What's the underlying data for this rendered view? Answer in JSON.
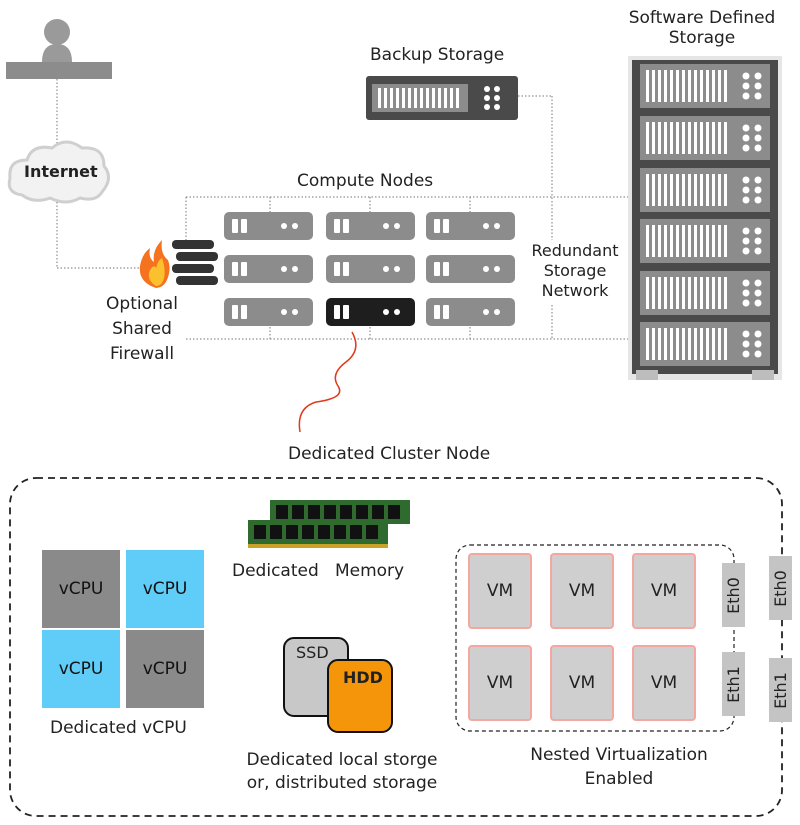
{
  "labels": {
    "software_defined_storage": [
      "Software Defined",
      "Storage"
    ],
    "backup_storage": "Backup Storage",
    "compute_nodes": "Compute Nodes",
    "internet": "Internet",
    "redundant_network": [
      "Redundant",
      "Storage",
      "Network"
    ],
    "firewall": [
      "Optional",
      "Shared",
      "Firewall"
    ],
    "dedicated_cluster_node": "Dedicated Cluster Node",
    "dedicated_memory": "Dedicated   Memory",
    "dedicated_vcpu": "Dedicated vCPU",
    "dedicated_storage": [
      "Dedicated local storge",
      "or, distributed storage"
    ],
    "nested_virtualization": [
      "Nested Virtualization",
      "Enabled"
    ]
  },
  "vcpus": [
    "vCPU",
    "vCPU",
    "vCPU",
    "vCPU"
  ],
  "disks": {
    "ssd": "SSD",
    "hdd": "HDD"
  },
  "vms": [
    "VM",
    "VM",
    "VM",
    "VM",
    "VM",
    "VM"
  ],
  "nics": {
    "inner": [
      "Eth0",
      "Eth1"
    ],
    "outer": [
      "Eth0",
      "Eth1"
    ]
  },
  "colors": {
    "vcpu_blue": "#5fcdf7",
    "vcpu_gray": "#8a8a8a",
    "hdd": "#f5960a",
    "cluster_link": "#e0391c",
    "vm_border": "#f2a8a0"
  }
}
